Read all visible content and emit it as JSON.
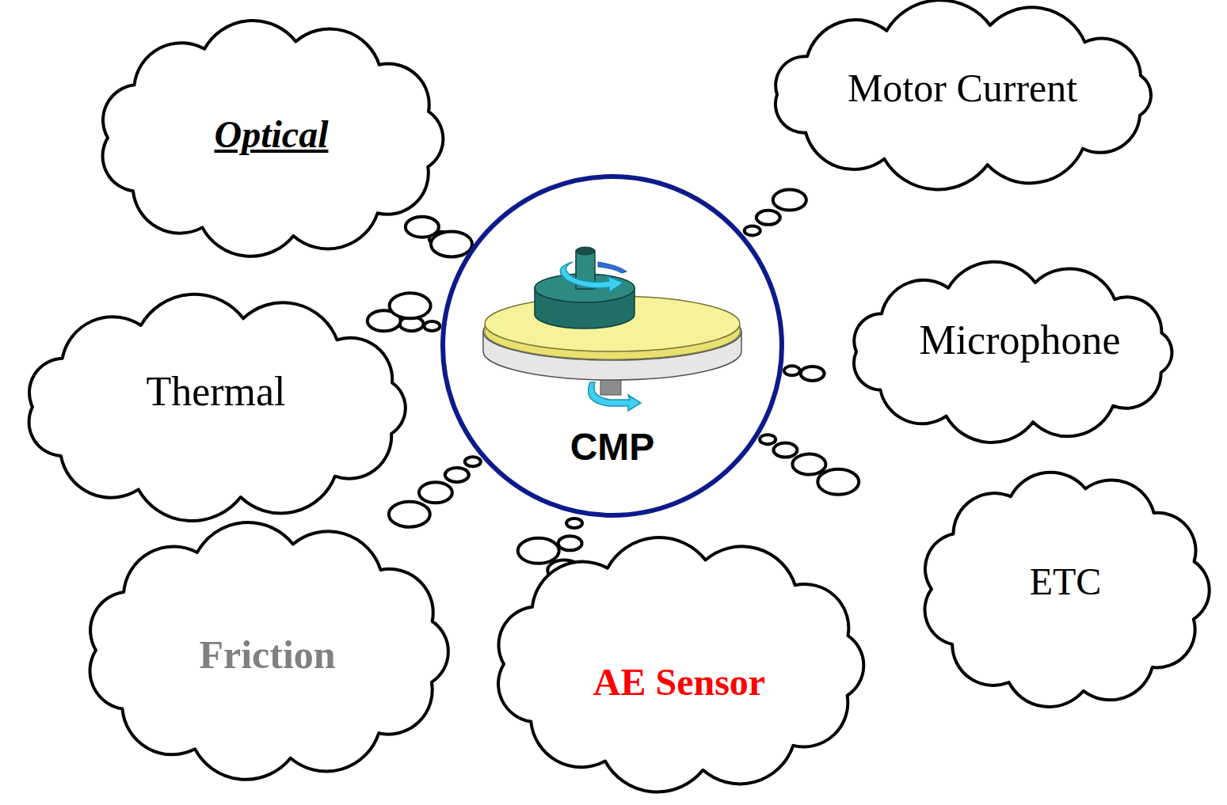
{
  "diagram": {
    "nodes": [
      {
        "text": [
          "Optical"
        ]
      },
      {
        "text": [
          "Motor Current"
        ]
      },
      {
        "text": [
          "Thermal"
        ]
      },
      {
        "text": [
          "CMP"
        ]
      },
      {
        "text": [
          "Microphone"
        ]
      },
      {
        "text": [
          "Friction"
        ]
      },
      {
        "text": [
          "AE Sensor"
        ]
      },
      {
        "text": [
          "ETC"
        ]
      }
    ],
    "edges": [
      {
        "from": 0,
        "to": 3,
        "arrow": "none"
      },
      {
        "from": 1,
        "to": 3,
        "arrow": "none"
      },
      {
        "from": 2,
        "to": 3,
        "arrow": "none"
      },
      {
        "from": 4,
        "to": 3,
        "arrow": "none"
      },
      {
        "from": 5,
        "to": 3,
        "arrow": "none"
      },
      {
        "from": 6,
        "to": 3,
        "arrow": "none"
      },
      {
        "from": 7,
        "to": 3,
        "arrow": "none"
      }
    ]
  }
}
